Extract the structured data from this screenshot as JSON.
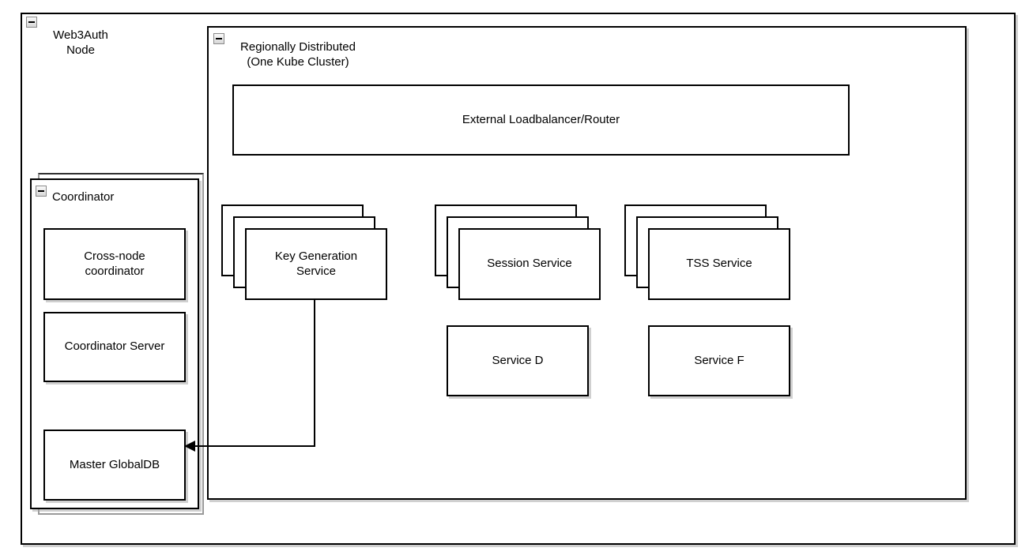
{
  "containers": {
    "web3auth_node": {
      "label": "Web3Auth\nNode"
    },
    "regionally_distributed": {
      "label": "Regionally Distributed\n(One Kube Cluster)"
    },
    "coordinator": {
      "label": "Coordinator"
    }
  },
  "nodes": {
    "external_loadbalancer": {
      "label": "External Loadbalancer/Router"
    },
    "key_generation_service": {
      "label": "Key Generation\nService",
      "replicas_shown": 3
    },
    "session_service": {
      "label": "Session Service",
      "replicas_shown": 3
    },
    "tss_service": {
      "label": "TSS Service",
      "replicas_shown": 3
    },
    "service_d": {
      "label": "Service D"
    },
    "service_f": {
      "label": "Service F"
    },
    "cross_node_coordinator": {
      "label": "Cross-node\ncoordinator"
    },
    "coordinator_server": {
      "label": "Coordinator Server"
    },
    "master_globaldb": {
      "label": "Master GlobalDB"
    }
  },
  "icons": {
    "collapse": "minus-icon"
  },
  "edges": [
    {
      "from": "Key Generation Service",
      "to": "Master GlobalDB",
      "type": "orthogonal",
      "arrowhead": "filled-triangle-left"
    }
  ],
  "colors": {
    "shape_border": "#000000",
    "shape_fill": "#ffffff",
    "shadow": "#aaaaaa",
    "collapse_icon_bg": "#e2e2e2",
    "collapse_icon_border": "#8a8a8a",
    "ghost_border": "#9a9a9a"
  }
}
